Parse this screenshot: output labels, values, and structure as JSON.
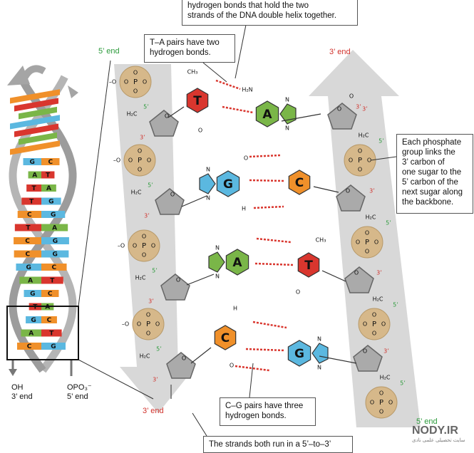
{
  "callouts": {
    "hbonds_top": [
      "hydrogen bonds that hold the two",
      "strands of the DNA double helix together."
    ],
    "ta_pairs": [
      "T–A pairs have two",
      "hydrogen bonds."
    ],
    "phosphate": [
      "Each phosphate",
      "group links the",
      "3’ carbon of",
      "one sugar to the",
      "5’ carbon of the",
      "next sugar along",
      "the backbone."
    ],
    "cg_pairs": [
      "C–G pairs have three",
      "hydrogen bonds."
    ],
    "antiparallel": "The strands both run in a 5’–to–3’"
  },
  "ends": {
    "left_top": "5’ end",
    "left_bottom": "3’ end",
    "right_top": "3’ end",
    "right_bottom": "5’ end",
    "helix_oh": "OH",
    "helix_oh_end": "3’ end",
    "helix_opo": "OPO₃⁻",
    "helix_opo_end": "5’ end"
  },
  "helix_pairs": [
    [
      "G",
      "C"
    ],
    [
      "A",
      "T"
    ],
    [
      "T",
      "A"
    ],
    [
      "T",
      "G"
    ],
    [
      "C",
      "G"
    ],
    [
      "T",
      "A"
    ],
    [
      "C",
      "G"
    ],
    [
      "C",
      "G"
    ],
    [
      "G",
      "C"
    ],
    [
      "A",
      "T"
    ],
    [
      "G",
      "C"
    ],
    [
      "T",
      "A"
    ],
    [
      "G",
      "C"
    ],
    [
      "A",
      "T"
    ],
    [
      "C",
      "G"
    ]
  ],
  "bases": {
    "pair1": [
      "T",
      "A"
    ],
    "pair2": [
      "G",
      "C"
    ],
    "pair3": [
      "A",
      "T"
    ],
    "pair4": [
      "C",
      "G"
    ]
  },
  "atoms": {
    "P": "P",
    "O": "O",
    "N": "N",
    "H": "H",
    "C": "C",
    "ch3": "CH₃",
    "ch2": "H₂C",
    "h2n": "H₂N",
    "minus": "–",
    "five_prime": "5’",
    "three_prime": "3’",
    "ominus": "–O"
  },
  "watermark": {
    "logo": "NODY.IR",
    "sub": "سایت تحصیلی علمی نادی"
  },
  "colors": {
    "adenine": "#7ab648",
    "thymine": "#d9362e",
    "guanine": "#5bb8e0",
    "cytosine": "#f0902a",
    "phosphate": "#d6b88a",
    "sugar": "#aaaaaa",
    "backbone_band": "#d8d8d8",
    "hbond": "#d9362e",
    "five_prime_label": "#2a9a3a",
    "three_prime_label": "#d0302a"
  }
}
